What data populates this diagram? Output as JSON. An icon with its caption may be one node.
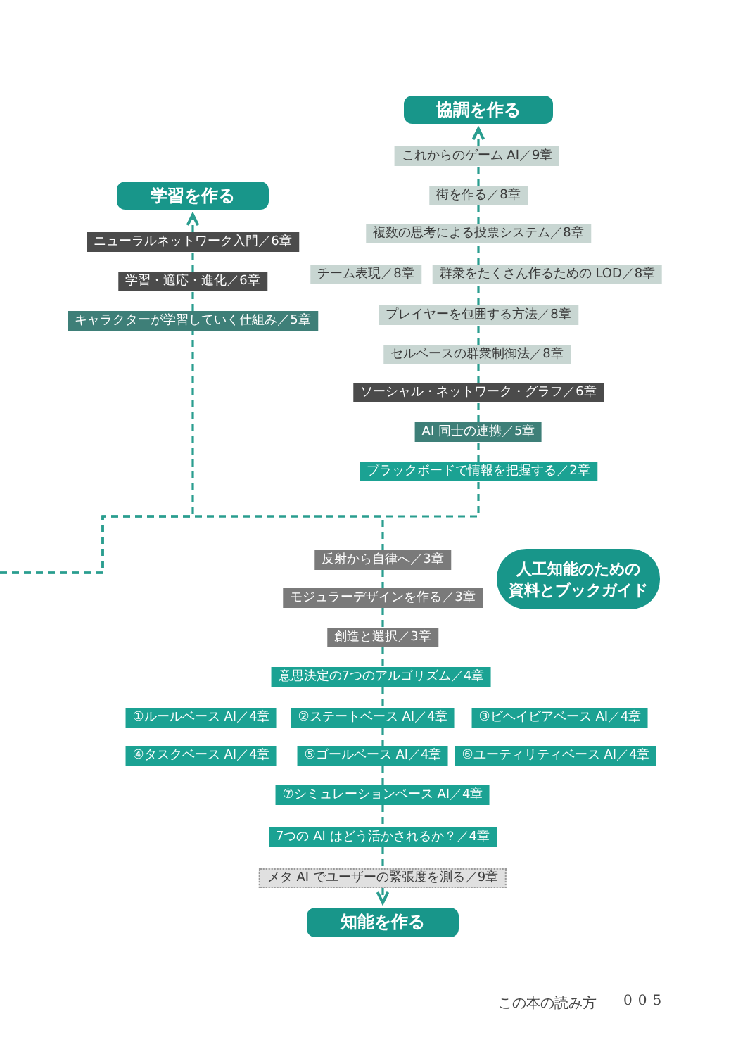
{
  "diagram": {
    "nodes": [
      {
        "text": [
          "協調を作る"
        ]
      },
      {
        "text": [
          "これからのゲーム AI／9章"
        ]
      },
      {
        "text": [
          "学習を作る"
        ]
      },
      {
        "text": [
          "街を作る／8章"
        ]
      },
      {
        "text": [
          "ニューラルネットワーク入門／6章"
        ]
      },
      {
        "text": [
          "複数の思考による投票システム／8章"
        ]
      },
      {
        "text": [
          "学習・適応・進化／6章"
        ]
      },
      {
        "text": [
          "チーム表現／8章"
        ]
      },
      {
        "text": [
          "群衆をたくさん作るための LOD／8章"
        ]
      },
      {
        "text": [
          "キャラクターが学習していく仕組み／5章"
        ]
      },
      {
        "text": [
          "プレイヤーを包囲する方法／8章"
        ]
      },
      {
        "text": [
          "セルベースの群衆制御法／8章"
        ]
      },
      {
        "text": [
          "ソーシャル・ネットワーク・グラフ／6章"
        ]
      },
      {
        "text": [
          "AI 同士の連携／5章"
        ]
      },
      {
        "text": [
          "ブラックボードで情報を把握する／2章"
        ]
      },
      {
        "text": [
          "反射から自律へ／3章"
        ]
      },
      {
        "text": [
          "人工知能のための資料とブックガイド"
        ]
      },
      {
        "text": [
          "モジュラーデザインを作る／3章"
        ]
      },
      {
        "text": [
          "創造と選択／3章"
        ]
      },
      {
        "text": [
          "意思決定の7つのアルゴリズム／4章"
        ]
      },
      {
        "text": [
          "①ルールベース AI／4章"
        ]
      },
      {
        "text": [
          "②ステートベース AI／4章"
        ]
      },
      {
        "text": [
          "③ビヘイビアベース AI／4章"
        ]
      },
      {
        "text": [
          "④タスクベース AI／4章"
        ]
      },
      {
        "text": [
          "⑤ゴールベース AI／4章"
        ]
      },
      {
        "text": [
          "⑥ユーティリティベース AI／4章"
        ]
      },
      {
        "text": [
          "⑦シミュレーションベース AI／4章"
        ]
      },
      {
        "text": [
          "7つの AI はどう活かされるか？／4章"
        ]
      },
      {
        "text": [
          "メタ AI でユーザーの緊張度を測る／9章"
        ]
      },
      {
        "text": [
          "知能を作る"
        ]
      }
    ],
    "edges": [
      {
        "from": 1,
        "to": 0,
        "arrow": "to",
        "style": "dashed"
      },
      {
        "from": 3,
        "to": 1,
        "arrow": "none",
        "style": "dashed"
      },
      {
        "from": 5,
        "to": 3,
        "arrow": "none",
        "style": "dashed"
      },
      {
        "from": 8,
        "to": 5,
        "arrow": "none",
        "style": "dashed"
      },
      {
        "from": 10,
        "to": 8,
        "arrow": "none",
        "style": "dashed"
      },
      {
        "from": 11,
        "to": 10,
        "arrow": "none",
        "style": "dashed"
      },
      {
        "from": 12,
        "to": 11,
        "arrow": "none",
        "style": "dashed"
      },
      {
        "from": 13,
        "to": 12,
        "arrow": "none",
        "style": "dashed"
      },
      {
        "from": 14,
        "to": 13,
        "arrow": "none",
        "style": "dashed"
      },
      {
        "from": 4,
        "to": 2,
        "arrow": "to",
        "style": "dashed"
      },
      {
        "from": 6,
        "to": 4,
        "arrow": "none",
        "style": "dashed"
      },
      {
        "from": 9,
        "to": 6,
        "arrow": "none",
        "style": "dashed"
      },
      {
        "from": 15,
        "to": 17,
        "arrow": "none",
        "style": "dashed"
      },
      {
        "from": 17,
        "to": 18,
        "arrow": "none",
        "style": "dashed"
      },
      {
        "from": 18,
        "to": 19,
        "arrow": "none",
        "style": "dashed"
      },
      {
        "from": 19,
        "to": 21,
        "arrow": "none",
        "style": "dashed"
      },
      {
        "from": 21,
        "to": 24,
        "arrow": "none",
        "style": "dashed"
      },
      {
        "from": 24,
        "to": 26,
        "arrow": "none",
        "style": "dashed"
      },
      {
        "from": 26,
        "to": 27,
        "arrow": "none",
        "style": "dashed"
      },
      {
        "from": 27,
        "to": 28,
        "arrow": "none",
        "style": "dashed"
      },
      {
        "from": 28,
        "to": 29,
        "arrow": "to",
        "style": "dashed"
      },
      {
        "from": null,
        "to": 9,
        "arrow": "none",
        "style": "dashed"
      },
      {
        "from": null,
        "to": 14,
        "arrow": "none",
        "style": "dashed"
      },
      {
        "from": null,
        "to": 15,
        "arrow": "none",
        "style": "dashed"
      }
    ],
    "labels": [
      "この本の読み方",
      "005"
    ]
  }
}
